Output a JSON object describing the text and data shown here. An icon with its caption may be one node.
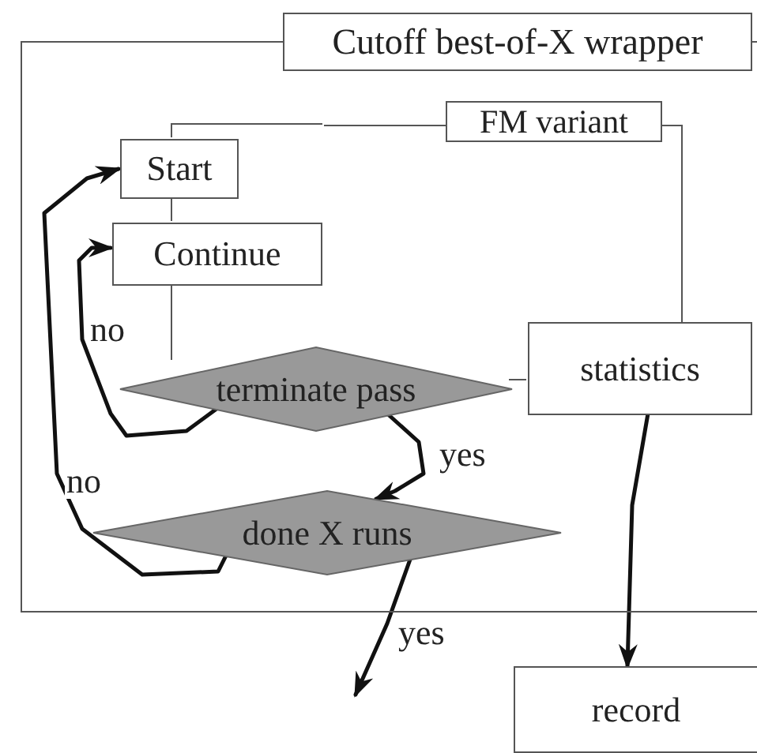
{
  "diagram": {
    "nodes": [
      {
        "text": [
          "Cutoff best-of-X wrapper"
        ]
      },
      {
        "text": [
          "FM variant"
        ],
        "in": 0
      },
      {
        "text": [
          "Start"
        ],
        "in": 0
      },
      {
        "text": [
          "Continue"
        ],
        "in": 0
      },
      {
        "text": [
          "terminate pass"
        ],
        "in": 0
      },
      {
        "text": [
          "done X runs"
        ],
        "in": 0
      },
      {
        "text": [
          "statistics"
        ],
        "in": 0
      },
      {
        "text": [
          "record"
        ]
      }
    ],
    "edges": [
      {
        "from": 4,
        "to": 3,
        "arrow": "to",
        "label": "no"
      },
      {
        "from": 5,
        "to": 2,
        "arrow": "to",
        "label": "no"
      },
      {
        "from": 4,
        "to": 5,
        "arrow": "to",
        "label": "yes"
      },
      {
        "from": 5,
        "to": null,
        "arrow": "to",
        "label": "yes"
      },
      {
        "from": 6,
        "to": 7,
        "arrow": "to"
      }
    ]
  }
}
